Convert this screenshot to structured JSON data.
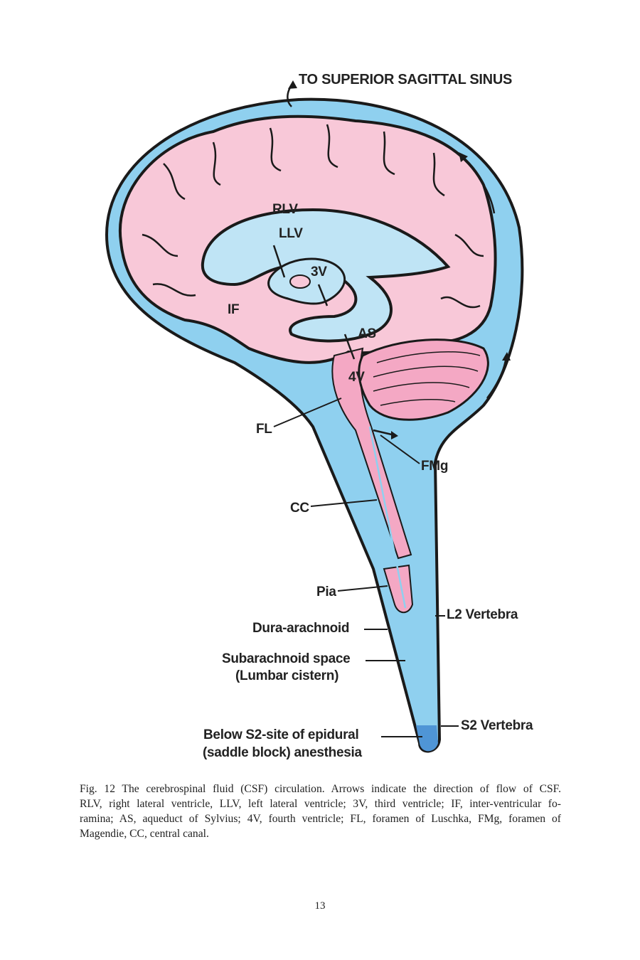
{
  "figure": {
    "labels": {
      "sinus": "TO SUPERIOR SAGITTAL SINUS",
      "rlv": "RLV",
      "llv": "LLV",
      "v3": "3V",
      "if": "IF",
      "as": "AS",
      "v4": "4V",
      "fl": "FL",
      "fmg": "FMg",
      "cc": "CC",
      "pia": "Pia",
      "l2": "L2 Vertebra",
      "dura": "Dura-arachnoid",
      "subarachnoid_1": "Subarachnoid space",
      "subarachnoid_2": "(Lumbar cistern)",
      "s2": "S2 Vertebra",
      "below_1": "Below S2-site of epidural",
      "below_2": "(saddle block) anesthesia"
    },
    "colors": {
      "csf": "#8fd0ef",
      "brain": "#f8c8d8",
      "ventricle": "#bfe4f5",
      "outline": "#1a1a1a"
    }
  },
  "caption": {
    "lines": [
      "Fig. 12   The cerebrospinal fluid (CSF) circulation. Arrows indicate the direction of flow of CSF.",
      "RLV, right lateral ventricle, LLV, left lateral ventricle; 3V, third ventricle; IF, inter-ventricular fo-",
      "ramina; AS, aqueduct of Sylvius; 4V, fourth ventricle; FL, foramen of Luschka, FMg, foramen of",
      "Magendie, CC, central canal."
    ]
  },
  "page_number": "13"
}
